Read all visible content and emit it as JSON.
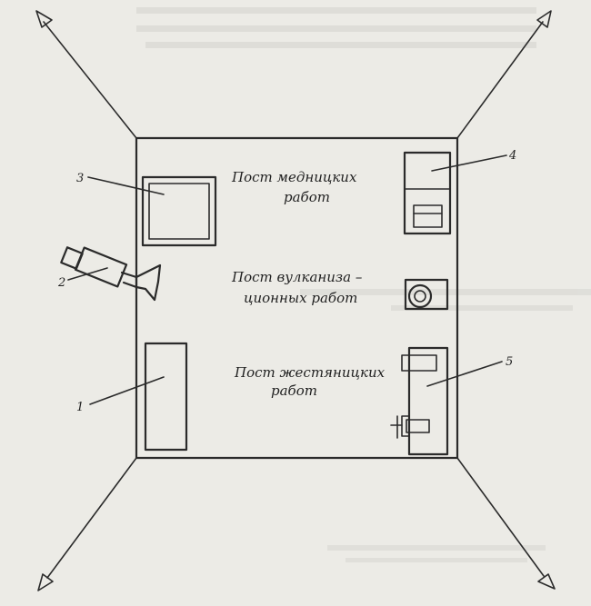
{
  "labels": {
    "post_mednitskikh_line1": "Пост медницких",
    "post_mednitskikh_line2": "работ",
    "post_vulkanizatsionnykh_line1": "Пост вулканиза –",
    "post_vulkanizatsionnykh_line2": "ционных работ",
    "post_zhestyanitskikh_line1": "Пост жестяницких",
    "post_zhestyanitskikh_line2": "работ"
  },
  "callouts": {
    "n1": "1",
    "n2": "2",
    "n3": "3",
    "n4": "4",
    "n5": "5"
  },
  "colors": {
    "paper": "#ecebe6",
    "ink": "#2b2b2b"
  }
}
